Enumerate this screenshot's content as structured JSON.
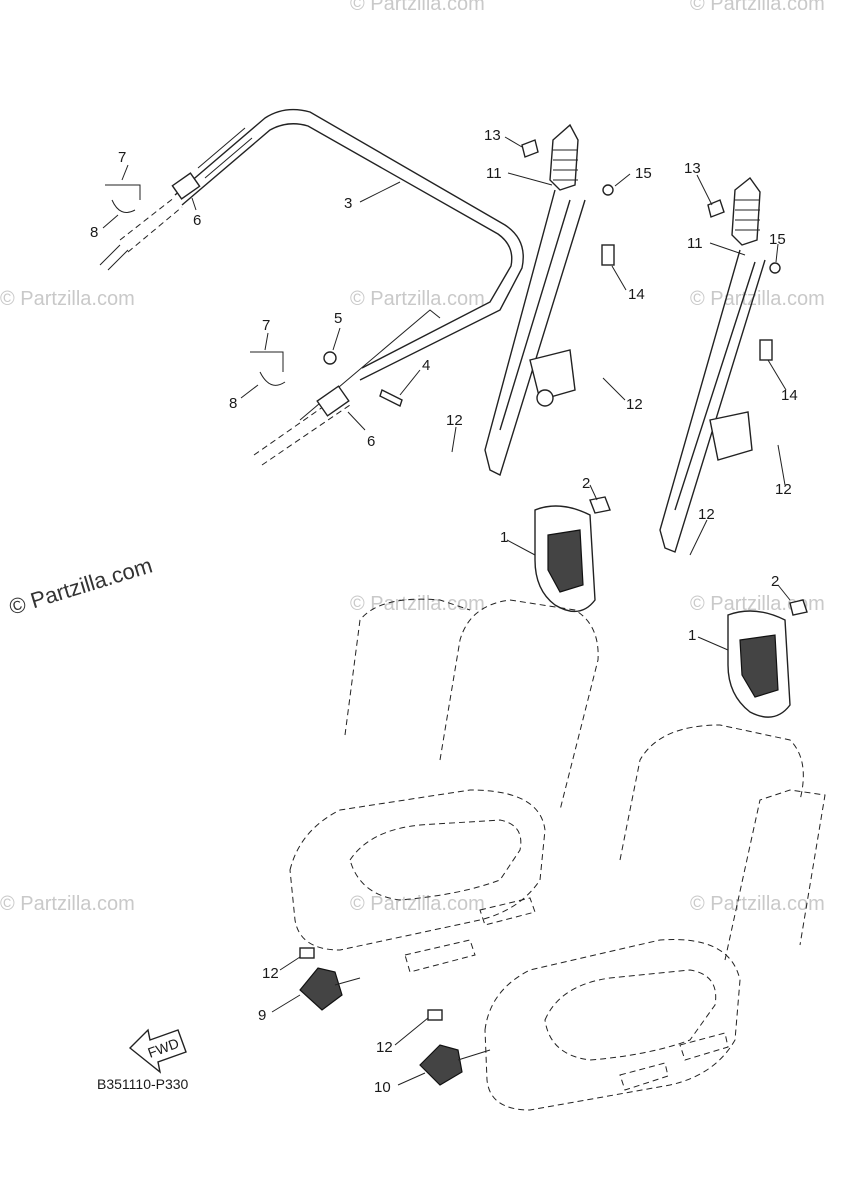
{
  "watermark": "© Partzilla.com",
  "watermark_lower": "© Partzilla.com",
  "watermark_main": "© Partzilla.com",
  "diagram_code": "B351110-P330",
  "fwd_label": "FWD",
  "callouts": {
    "c1a": "1",
    "c1b": "1",
    "c2a": "2",
    "c2b": "2",
    "c3": "3",
    "c4": "4",
    "c5": "5",
    "c6a": "6",
    "c6b": "6",
    "c7a": "7",
    "c7b": "7",
    "c8a": "8",
    "c8b": "8",
    "c9": "9",
    "c10": "10",
    "c11a": "11",
    "c11b": "11",
    "c12a": "12",
    "c12b": "12",
    "c12c": "12",
    "c12d": "12",
    "c12e": "12",
    "c12f": "12",
    "c13a": "13",
    "c13b": "13",
    "c14a": "14",
    "c14b": "14",
    "c15a": "15",
    "c15b": "15"
  }
}
